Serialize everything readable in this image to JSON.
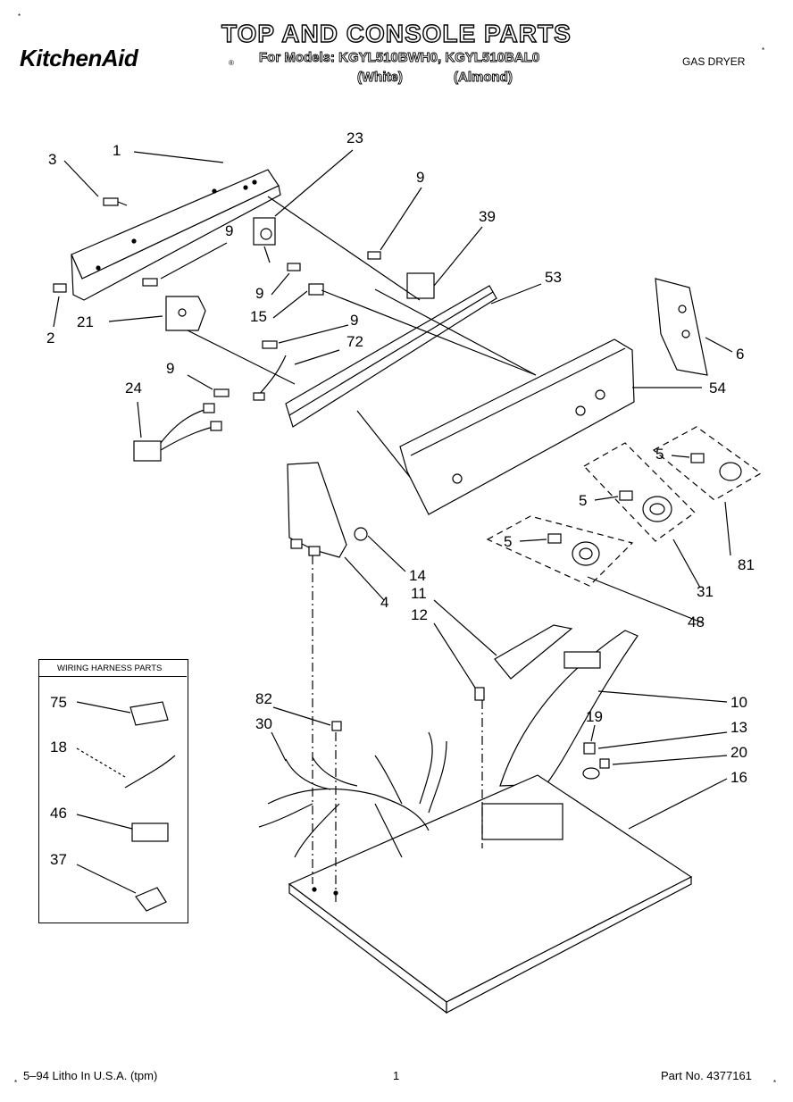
{
  "header": {
    "title": "TOP AND CONSOLE PARTS",
    "brand": "KitchenAid",
    "brand_mark": "®",
    "models_line": "For Models: KGYL510BWH0, KGYL510BAL0",
    "color_white": "(White)",
    "color_almond": "(Almond)",
    "product": "GAS DRYER",
    "product_mark": "*",
    "corner_mark": "*"
  },
  "legend": {
    "title": "WIRING HARNESS PARTS",
    "items": [
      "75",
      "18",
      "46",
      "37"
    ]
  },
  "callouts": [
    "1",
    "3",
    "23",
    "9",
    "39",
    "9",
    "53",
    "2",
    "21",
    "9",
    "15",
    "9",
    "72",
    "6",
    "9",
    "24",
    "54",
    "5",
    "5",
    "81",
    "5",
    "14",
    "31",
    "4",
    "11",
    "12",
    "48",
    "82",
    "30",
    "10",
    "19",
    "13",
    "20",
    "16"
  ],
  "footer": {
    "litho": "5–94 Litho In U.S.A. (tpm)",
    "page": "1",
    "part_no": "Part No. 4377161",
    "mark_left": "*",
    "mark_right": "*"
  }
}
